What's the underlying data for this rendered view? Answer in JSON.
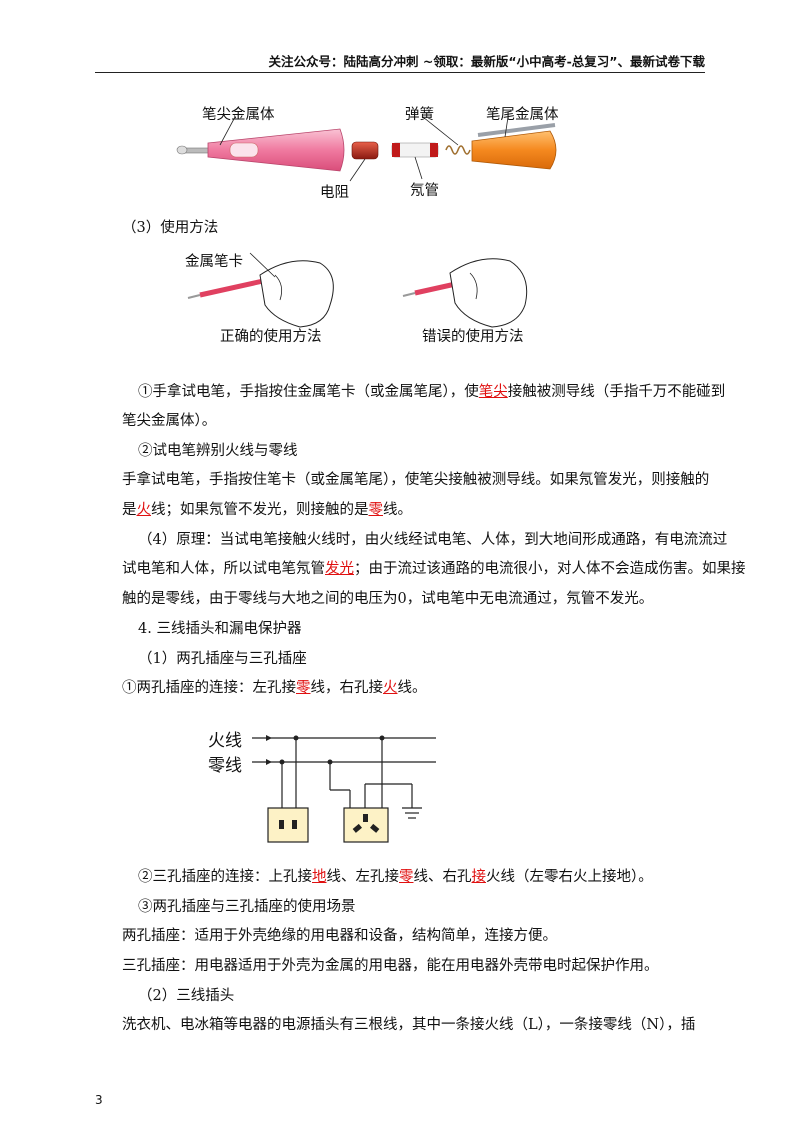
{
  "header": {
    "text": "关注公众号：陆陆高分冲刺  ~领取：最新版“小中高考-总复习”、最新试卷下载"
  },
  "figure1": {
    "labels": {
      "tip_metal": "笔尖金属体",
      "spring": "弹簧",
      "tail_metal": "笔尾金属体",
      "resistor": "电阻",
      "neon": "氖管"
    }
  },
  "section3": {
    "title": "（3）使用方法"
  },
  "figure2": {
    "clip_label": "金属笔卡",
    "correct_caption": "正确的使用方法",
    "wrong_caption": "错误的使用方法"
  },
  "usage": {
    "p1a": "①手拿试电笔，手指按住金属笔卡（或金属笔尾），使",
    "p1_blank": "笔尖",
    "p1b": "接触被测导线（手指千万不能碰到",
    "p1c": "笔尖金属体）。",
    "p2_title": "②试电笔辨别火线与零线",
    "p2a": "手拿试电笔，手指按住笔卡（或金属笔尾），使笔尖接触被测导线。如果氖管发光，则接触的",
    "p2b_pre": "是",
    "p2b_blank1": "火",
    "p2b_mid": "线；如果氖管不发光，则接触的是",
    "p2b_blank2": "零",
    "p2b_post": "线。"
  },
  "section4": {
    "line1": "（4）原理：当试电笔接触火线时，由火线经试电笔、人体，到大地间形成通路，有电流流过",
    "line2_pre": "试电笔和人体，所以试电笔氖管",
    "line2_blank": "发光",
    "line2_post": "；由于流过该通路的电流很小，对人体不会造成伤害。如果接",
    "line3": "触的是零线，由于零线与大地之间的电压为0，试电笔中无电流通过，氖管不发光。"
  },
  "part4": {
    "title": "4. 三线插头和漏电保护器",
    "sub1": "（1）两孔插座与三孔插座",
    "two_hole_pre": "①两孔插座的连接：左孔接",
    "two_hole_b1": "零",
    "two_hole_mid": "线，右孔接",
    "two_hole_b2": "火",
    "two_hole_post": "线。"
  },
  "figure3": {
    "live": "火线",
    "neutral": "零线"
  },
  "part4b": {
    "three_pre": "②三孔插座的连接：上孔接",
    "three_b1": "地",
    "three_m1": "线、左孔接",
    "three_b2": "零",
    "three_m2": "线、右孔",
    "three_b3": "接",
    "three_post": "火线（左零右火上接地）。",
    "scene_title": "③两孔插座与三孔插座的使用场景",
    "two_scene": "两孔插座：适用于外壳绝缘的用电器和设备，结构简单，连接方便。",
    "three_scene": "三孔插座：用电器适用于外壳为金属的用电器，能在用电器外壳带电时起保护作用。",
    "sub2": "（2）三线插头",
    "last": "洗衣机、电冰箱等电器的电源插头有三根线，其中一条接火线（L），一条接零线（N），插"
  },
  "page_number": "3"
}
